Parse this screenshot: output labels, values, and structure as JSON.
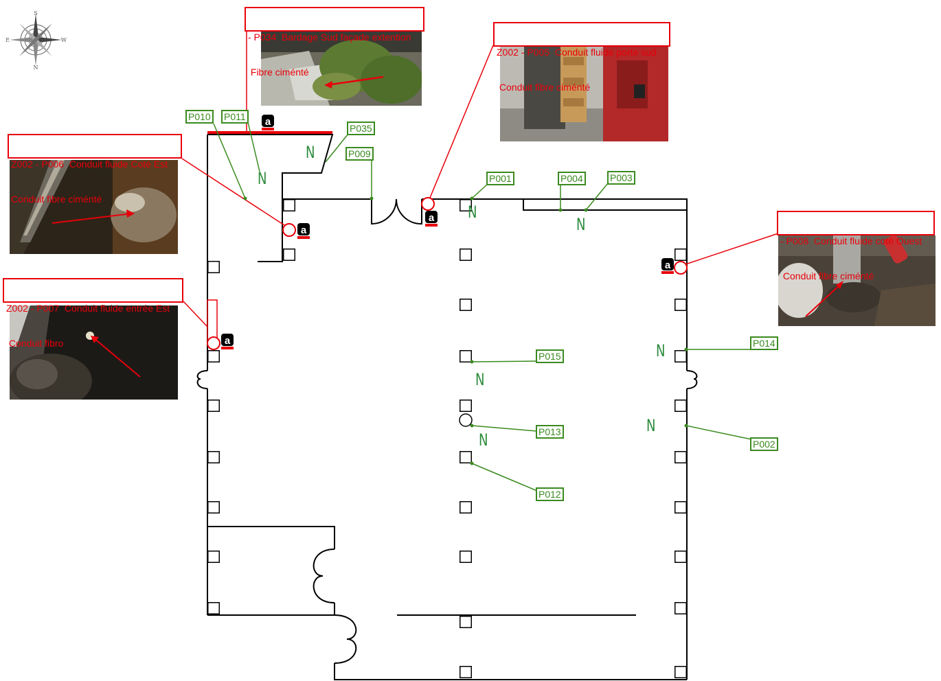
{
  "compass": {
    "icon": "compass-rose-icon",
    "labels": {
      "north": "N",
      "south": "S",
      "east": "E",
      "west": "W"
    }
  },
  "asbestos_marker": {
    "icon": "asbestos-a-icon",
    "letter": "a"
  },
  "colors": {
    "annotation_red": "#e8000a",
    "sample_green": "#3a8a1e",
    "wall_black": "#000000"
  },
  "negative_marker": "N",
  "callouts": {
    "p034": {
      "line1": "- P034  Bardage Sud façade extention",
      "line2": " Fibre ciménté"
    },
    "p005": {
      "line1": "Z002 - P005  Conduit fluide porte sud",
      "line2": " Conduit fibre ciménté"
    },
    "p006": {
      "line1": "Z002 - P006  Conduit fluide Coté Est",
      "line2": "Conduit fibre ciménté"
    },
    "p007": {
      "line1": "Z002 - P007  Conduit fluide entrée Est",
      "line2": " Conduit fibro"
    },
    "p008": {
      "line1": "- P008  Conduit fluide coté Ouest",
      "line2": " Conduit fibre ciménté"
    }
  },
  "samples": {
    "p010": "P010",
    "p011": "P011",
    "p035": "P035",
    "p009": "P009",
    "p001": "P001",
    "p004": "P004",
    "p003": "P003",
    "p014": "P014",
    "p015": "P015",
    "p013": "P013",
    "p002": "P002",
    "p012": "P012"
  }
}
